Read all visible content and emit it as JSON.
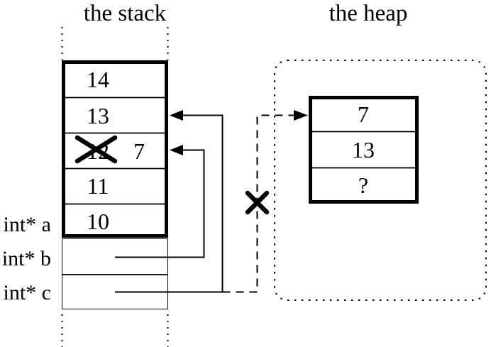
{
  "stack": {
    "title": "the stack",
    "cells": [
      {
        "value": "14"
      },
      {
        "value": "13"
      },
      {
        "value": "12",
        "crossed_out": true,
        "new_value": "7"
      },
      {
        "value": "11"
      },
      {
        "value": "10"
      }
    ],
    "pointer_labels": [
      {
        "label": "int* a"
      },
      {
        "label": "int* b"
      },
      {
        "label": "int* c"
      }
    ]
  },
  "heap": {
    "title": "the heap",
    "cells": [
      {
        "value": "7"
      },
      {
        "value": "13"
      },
      {
        "value": "?"
      }
    ]
  },
  "colors": {
    "ink": "#000000",
    "background": "#ffffff"
  }
}
